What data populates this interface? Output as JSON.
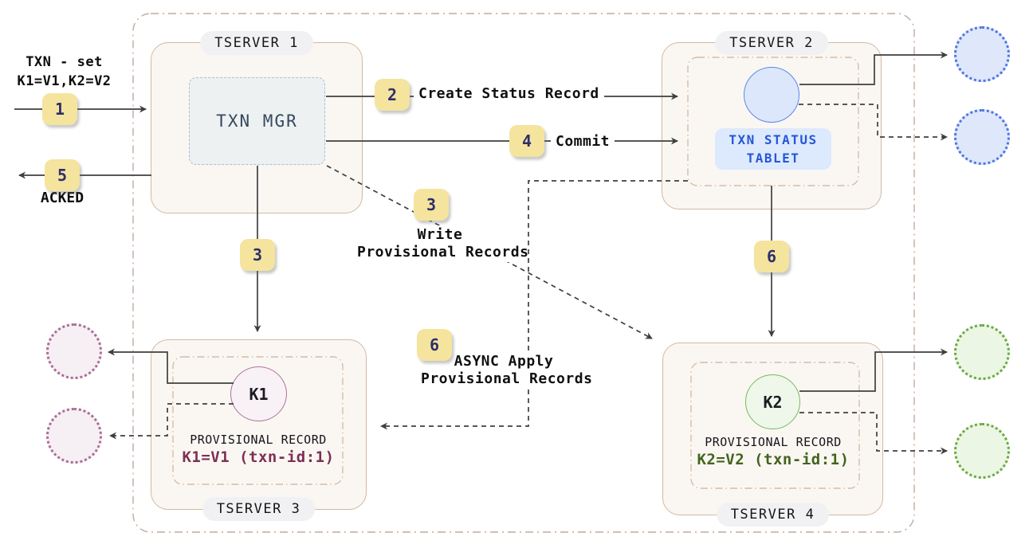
{
  "client": {
    "request_line1": "TXN - set",
    "request_line2": "K1=V1,K2=V2",
    "ack": "ACKED"
  },
  "steps": {
    "one": "1",
    "two": "2",
    "three": "3",
    "four": "4",
    "five": "5",
    "six": "6"
  },
  "flow_labels": {
    "create_status": "Create Status Record",
    "commit": "Commit",
    "write_provisional_l1": "Write",
    "write_provisional_l2": "Provisional Records",
    "async_apply_l1": "ASYNC Apply",
    "async_apply_l2": "Provisional Records"
  },
  "tserver1": {
    "title": "TSERVER 1",
    "txn_mgr": "TXN MGR"
  },
  "tserver2": {
    "title": "TSERVER 2",
    "tablet_l1": "TXN STATUS",
    "tablet_l2": "TABLET"
  },
  "tserver3": {
    "title": "TSERVER 3",
    "key": "K1",
    "record_title": "PROVISIONAL RECORD",
    "record_value": "K1=V1 (txn-id:1)"
  },
  "tserver4": {
    "title": "TSERVER 4",
    "key": "K2",
    "record_title": "PROVISIONAL RECORD",
    "record_value": "K2=V2 (txn-id:1)"
  },
  "colors": {
    "badge_bg": "#f4e49e",
    "badge_text": "#2c2f6b",
    "server_border": "#d3b8a2",
    "server_bg": "#faf7f2",
    "container_border": "#c2ab9c",
    "inner_border": "#d6bca6",
    "txn_mgr_bg": "#edf1f2",
    "txn_mgr_border": "#a9c0d2",
    "status_tablet_bg": "#dde9fd",
    "status_tablet_text": "#2456d9",
    "status_circle_border": "#5c87ea",
    "k1_circle_border": "#b0719a",
    "k1_value_text": "#7d2f55",
    "k2_circle_border": "#79b95e",
    "k2_value_text": "#44631f",
    "replica_blue_border": "#4d76e3",
    "replica_pink_border": "#aa6c96",
    "replica_green_border": "#69aa41",
    "arrow": "#3f3f3f"
  }
}
